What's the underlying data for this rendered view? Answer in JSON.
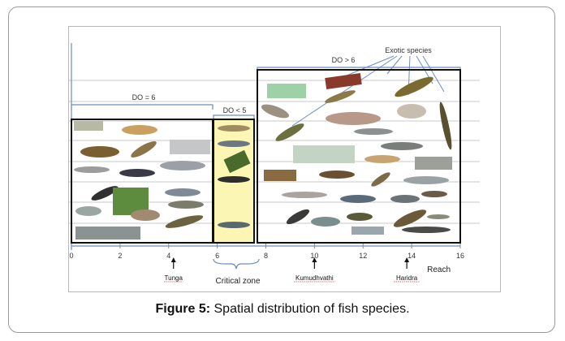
{
  "figure": {
    "labels": {
      "do_eq_6": "DO = 6",
      "do_lt_5": "DO < 5",
      "do_gt_6": "DO > 6",
      "exotic": "Exotic species",
      "critical_zone": "Critical zone",
      "x_axis": "Reach"
    },
    "ticks": [
      "0",
      "2",
      "4",
      "6",
      "8",
      "10",
      "12",
      "14",
      "16"
    ],
    "sites": [
      {
        "name": "Tunga",
        "reach": 4.2
      },
      {
        "name": "Kumudhvathi",
        "reach": 10
      },
      {
        "name": "Haridra",
        "reach": 13.8
      }
    ]
  },
  "caption": {
    "label": "Figure 5:",
    "text": " Spatial distribution of fish species."
  },
  "colors": {
    "critical_zone_fill": "#fbf6b4",
    "axis_blue": "#6c8ebf",
    "site_underline": "#d04040"
  }
}
